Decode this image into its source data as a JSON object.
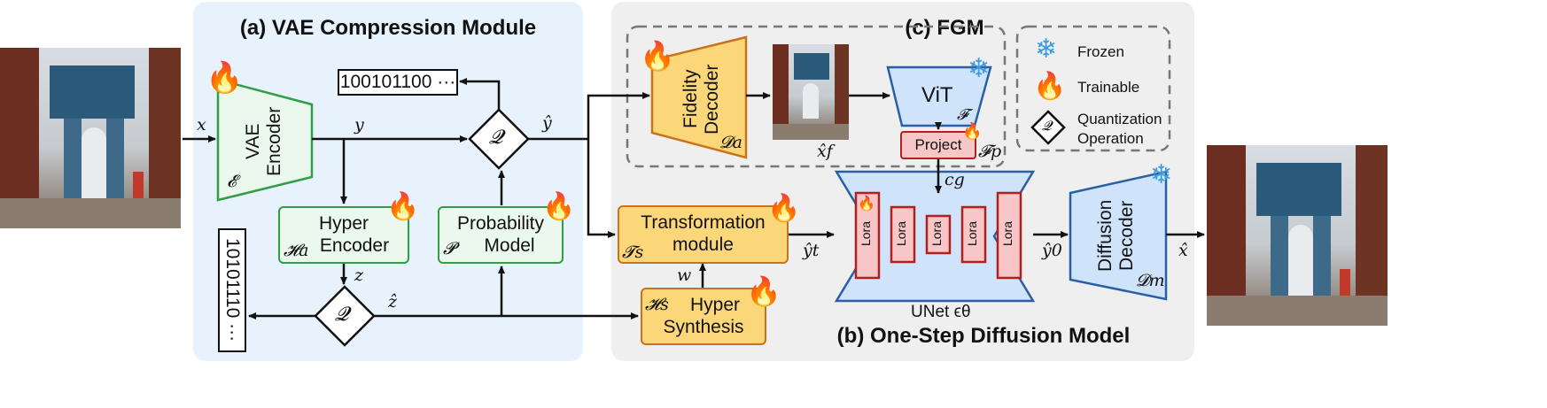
{
  "panels": {
    "vae_title": "(a) VAE Compression Module",
    "fgm_title": "(c) FGM",
    "osd_title": "(b) One-Step Diffusion Model"
  },
  "blocks": {
    "vae_encoder": {
      "line1": "VAE",
      "line2": "Encoder",
      "sym": "𝓔"
    },
    "hyper_encoder": {
      "line1": "Hyper",
      "line2": "Encoder",
      "sym": "𝓗a"
    },
    "probability_model": {
      "line1": "Probability",
      "line2": "Model",
      "sym": "𝓟"
    },
    "quant_top": "𝓠",
    "quant_bottom": "𝓠",
    "fidelity_decoder": {
      "line1": "Fidelity",
      "line2": "Decoder",
      "sym": "𝓓a"
    },
    "vit": {
      "label": "ViT",
      "sym": "𝓕"
    },
    "project": {
      "label": "Project",
      "sym": "𝓕p"
    },
    "transformation": {
      "line1": "Transformation",
      "line2": "module",
      "sym": "𝓣s"
    },
    "hyper_synthesis": {
      "line1": "Hyper",
      "line2": "Synthesis",
      "sym": "𝓗s"
    },
    "unet": {
      "label": "UNet ϵθ",
      "lora": [
        "Lora",
        "Lora",
        "Lora",
        "Lora",
        "Lora"
      ]
    },
    "diffusion_decoder": {
      "line1": "Diffusion",
      "line2": "Decoder",
      "sym": "𝓓m"
    }
  },
  "bitstreams": {
    "top": "100101100 ···",
    "side": "10101110 ···"
  },
  "variables": {
    "x": "x",
    "y": "y",
    "y_hat": "ŷ",
    "z": "z",
    "z_hat": "ẑ",
    "w": "w",
    "x_f": "x̂f",
    "c_g": "cg",
    "y_t": "ŷt",
    "y_0": "ŷ0",
    "x_hat": "x̂"
  },
  "legend": {
    "frozen": "Frozen",
    "trainable": "Trainable",
    "quant_symbol": "𝓠",
    "quant_line1": "Quantization",
    "quant_line2": "Operation"
  },
  "colors": {
    "vae_panel": "#e8f2fd",
    "diffusion_panel": "#efefef",
    "green": "#2f9e44",
    "orange": "#fcd77a",
    "red": "#b21f1f",
    "blue": "#cfe4fb",
    "ice": "#3b9be0",
    "fire": "#ff4e1a"
  }
}
